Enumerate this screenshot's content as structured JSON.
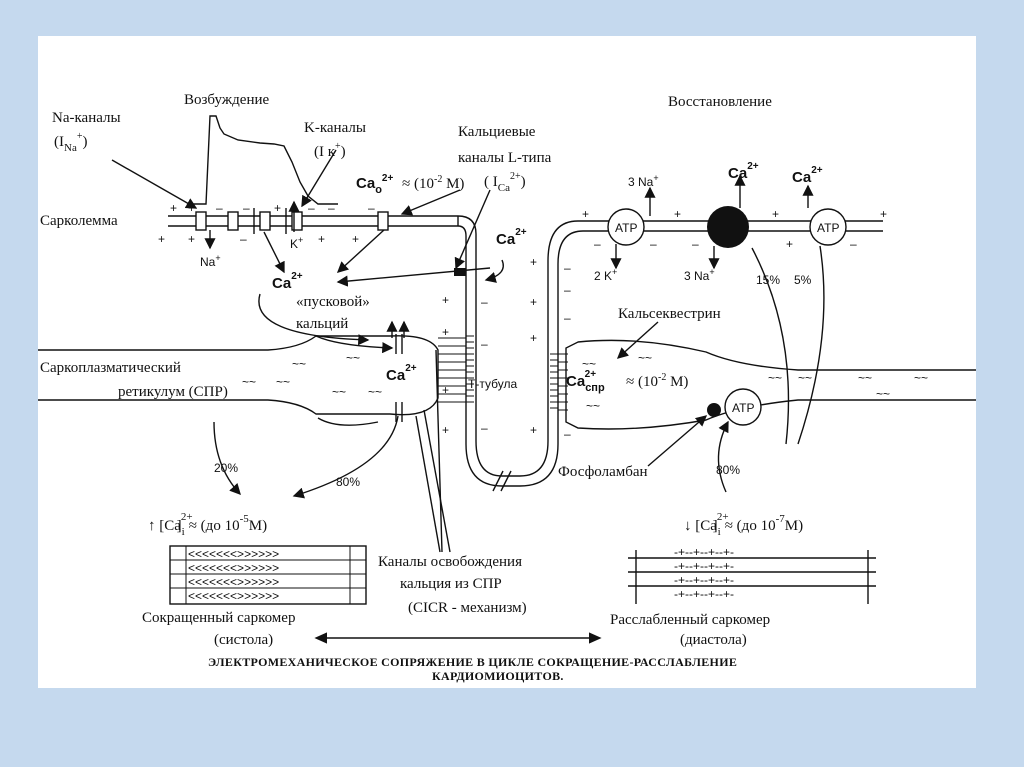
{
  "labels": {
    "excitation": "Возбуждение",
    "recovery": "Восстановление",
    "na_channels": "Na-каналы",
    "na_current": "(I",
    "na_current_sub": "Na",
    "na_current_sup": "+",
    "na_current_close": ")",
    "k_channels": "K-каналы",
    "k_current": "(I к",
    "k_current_sup": "+",
    "k_current_close": ")",
    "ca_channels_1": "Кальциевые",
    "ca_channels_2": "каналы L-типа",
    "ca_channels_current": "( I",
    "ca_channels_current_sub": "Ca",
    "ca_channels_current_sup": "2+",
    "ca_channels_current_close": ")",
    "ca_out": "Ca",
    "ca_out_sub": "o",
    "ca_out_sup": "2+",
    "ca_out_conc": "≈ (10",
    "ca_out_conc_exp": "-2",
    "ca_out_conc_unit": " М)",
    "sarcolemma": "Сарколемма",
    "na_ion": "Na",
    "na_ion_sup": "+",
    "k_ion": "K",
    "k_ion_sup": "+",
    "ca_trigger": "Ca",
    "ca_trigger_sup": "2+",
    "ca_tubule": "Ca",
    "ca_tubule_sup": "2+",
    "trigger_calcium_1": "«пусковой»",
    "trigger_calcium_2": "кальций",
    "spr_1": "Саркоплазматический",
    "spr_2": "ретикулум (СПР)",
    "ca_spr_left": "Ca",
    "ca_spr_left_sup": "2+",
    "t_tubule": "Т-тубула",
    "calsequestrin": "Кальсеквестрин",
    "ca_spr": "Ca",
    "ca_spr_sub": "спр",
    "ca_spr_sup": "2+",
    "ca_spr_conc": "≈ (10",
    "ca_spr_conc_exp": "-2",
    "ca_spr_conc_unit": " М)",
    "phospholamban": "Фосфоламбан",
    "atp": "ATP",
    "three_na": "3 Na",
    "three_na_sup": "+",
    "two_k": "2 K",
    "two_k_sup": "+",
    "three_na_in": "3 Na",
    "three_na_in_sup": "+",
    "ca_pump1": "Ca",
    "ca_pump1_sup": "2+",
    "ca_pump2": "Ca",
    "ca_pump2_sup": "2+",
    "pct15": "15%",
    "pct5": "5%",
    "pct80_left": "80%",
    "pct20": "20%",
    "pct80_right": "80%",
    "ca_high": "↑ [Ca",
    "ca_high_sup": "2+",
    "ca_high_sub": "i",
    "ca_high_conc": "≈ (до 10",
    "ca_high_exp": "-5",
    "ca_high_unit": "М)",
    "ca_low": "↓ [Ca",
    "ca_low_sup": "2+",
    "ca_low_sub": "i",
    "ca_low_conc": "≈ (до 10",
    "ca_low_exp": "-7",
    "ca_low_unit": "М)",
    "release_1": "Каналы освобождения",
    "release_2": "кальция из СПР",
    "release_3": "(CICR - механизм)",
    "contracted_1": "Сокращенный саркомер",
    "contracted_2": "(систола)",
    "relaxed_1": "Расслабленный саркомер",
    "relaxed_2": "(диастола)",
    "caption_1": "ЭЛЕКТРОМЕХАНИЧЕСКОЕ СОПРЯЖЕНИЕ В ЦИКЛЕ СОКРАЩЕНИЕ-РАССЛАБЛЕНИЕ",
    "caption_2": "КАРДИОМИОЦИТОВ."
  },
  "colors": {
    "background": "#c5d9ee",
    "panel": "#ffffff",
    "ink": "#111111"
  }
}
